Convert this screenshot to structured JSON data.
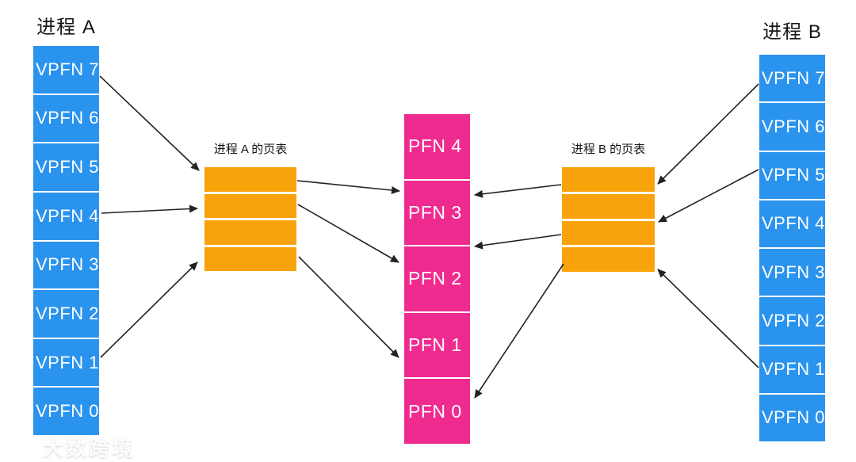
{
  "diagram": {
    "process_a": {
      "title": "进程 A",
      "cells": [
        "VPFN 7",
        "VPFN 6",
        "VPFN 5",
        "VPFN 4",
        "VPFN 3",
        "VPFN 2",
        "VPFN 1",
        "VPFN 0"
      ]
    },
    "process_b": {
      "title": "进程 B",
      "cells": [
        "VPFN 7",
        "VPFN 6",
        "VPFN 5",
        "VPFN 4",
        "VPFN 3",
        "VPFN 2",
        "VPFN 1",
        "VPFN 0"
      ]
    },
    "page_table_a": {
      "label": "进程 A 的页表",
      "row_count": 4
    },
    "page_table_b": {
      "label": "进程 B 的页表",
      "row_count": 4
    },
    "physical_memory": {
      "cells": [
        "PFN 4",
        "PFN 3",
        "PFN 2",
        "PFN 1",
        "PFN 0"
      ]
    },
    "connections": [
      {
        "from": "进程A VPFN 7",
        "to": "进程A页表 行1"
      },
      {
        "from": "进程A VPFN 4",
        "to": "进程A页表 行2"
      },
      {
        "from": "进程A VPFN 1",
        "to": "进程A页表 行4"
      },
      {
        "from": "进程A页表 行1",
        "to": "PFN 3"
      },
      {
        "from": "进程A页表 行2",
        "to": "PFN 2"
      },
      {
        "from": "进程A页表 行4",
        "to": "PFN 1"
      },
      {
        "from": "进程B页表 行1",
        "to": "PFN 3"
      },
      {
        "from": "进程B页表 行3",
        "to": "PFN 2"
      },
      {
        "from": "进程B页表 行4",
        "to": "PFN 0"
      },
      {
        "from": "进程B VPFN 7",
        "to": "进程B页表 行1"
      },
      {
        "from": "进程B VPFN 5",
        "to": "进程B页表 行3"
      },
      {
        "from": "进程B VPFN 1",
        "to": "进程B页表 行4"
      }
    ],
    "colors": {
      "process_column": "#2A93EE",
      "page_table": "#F8A30B",
      "physical_memory": "#EF2B90",
      "arrow": "#222222",
      "cell_text": "#FFFFFF",
      "title_text": "#161616"
    },
    "watermark": {
      "text": "大数跨境"
    }
  }
}
